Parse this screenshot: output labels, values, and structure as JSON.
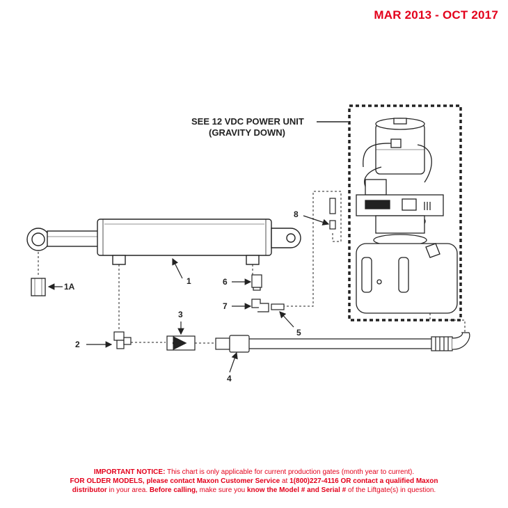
{
  "header": {
    "date_range": "MAR 2013 - OCT 2017"
  },
  "power_unit_label": {
    "line1": "SEE 12 VDC POWER UNIT",
    "line2": "(GRAVITY DOWN)"
  },
  "callouts": {
    "c1": "1",
    "c1a": "1A",
    "c2": "2",
    "c3": "3",
    "c4": "4",
    "c5": "5",
    "c6": "6",
    "c7": "7",
    "c8": "8"
  },
  "notice": {
    "line1_bold": "IMPORTANT NOTICE:",
    "line1_rest": " This chart is only applicable for current production gates (month year to current).",
    "line2_bold_a": "FOR OLDER MODELS, please contact Maxon Customer Service",
    "line2_mid": " at ",
    "line2_bold_b": "1(800)227-4116 OR contact a qualified Maxon",
    "line3_bold_a": "distributor",
    "line3_mid_a": " in your area. ",
    "line3_bold_b": "Before calling,",
    "line3_mid_b": " make sure you ",
    "line3_bold_c": "know the Model # and Serial #",
    "line3_end": " of the Liftgate(s) in question."
  },
  "colors": {
    "accent_red": "#e3001b",
    "line": "#222222"
  }
}
